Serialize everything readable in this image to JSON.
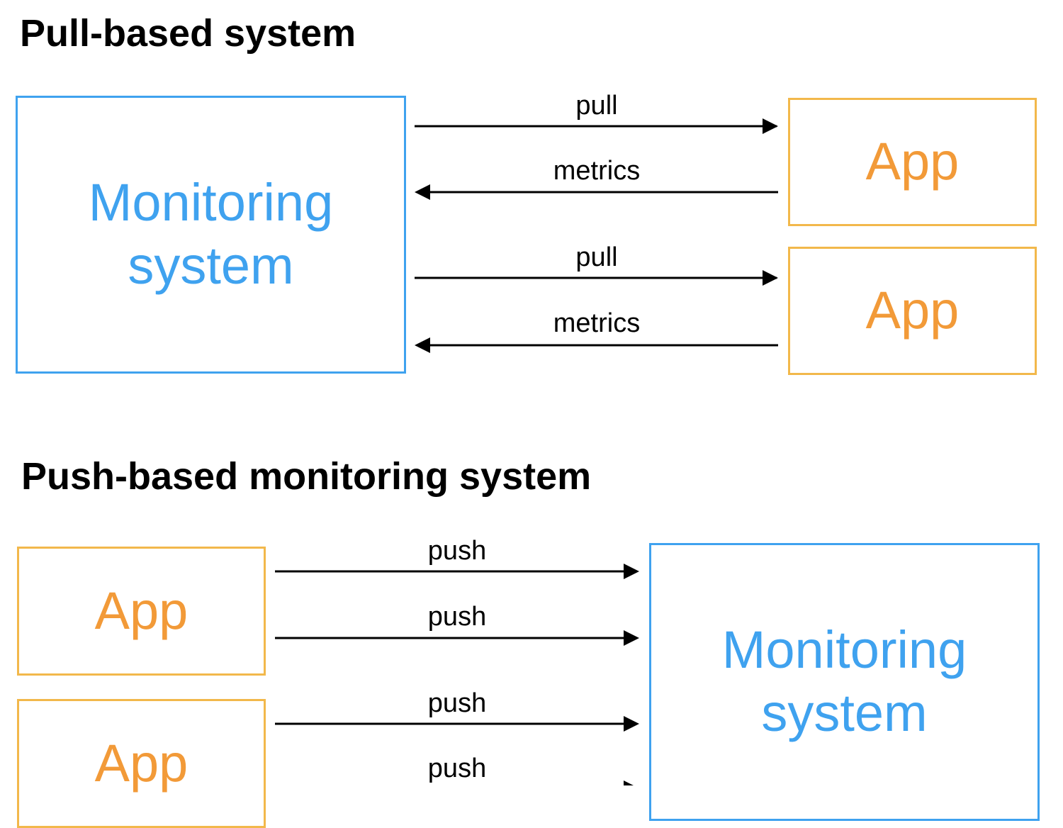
{
  "pull_section": {
    "title": "Pull-based system",
    "monitoring_system": {
      "label": "Monitoring\nsystem",
      "color": "#3fa2ef"
    },
    "apps": [
      {
        "label": "App",
        "color": "#f29a38"
      },
      {
        "label": "App",
        "color": "#f29a38"
      }
    ],
    "arrows": [
      {
        "label": "pull",
        "direction": "right"
      },
      {
        "label": "metrics",
        "direction": "left"
      },
      {
        "label": "pull",
        "direction": "right"
      },
      {
        "label": "metrics",
        "direction": "left"
      }
    ]
  },
  "push_section": {
    "title": "Push-based monitoring system",
    "monitoring_system": {
      "label": "Monitoring\nsystem",
      "color": "#3fa2ef"
    },
    "apps": [
      {
        "label": "App",
        "color": "#f29a38"
      },
      {
        "label": "App",
        "color": "#f29a38"
      }
    ],
    "arrows": [
      {
        "label": "push",
        "direction": "right"
      },
      {
        "label": "push",
        "direction": "right"
      },
      {
        "label": "push",
        "direction": "right"
      },
      {
        "label": "push",
        "direction": "right"
      }
    ]
  },
  "colors": {
    "monitor_border": "#3fa2ef",
    "app_border": "#f2b84b",
    "arrow": "#000000"
  }
}
